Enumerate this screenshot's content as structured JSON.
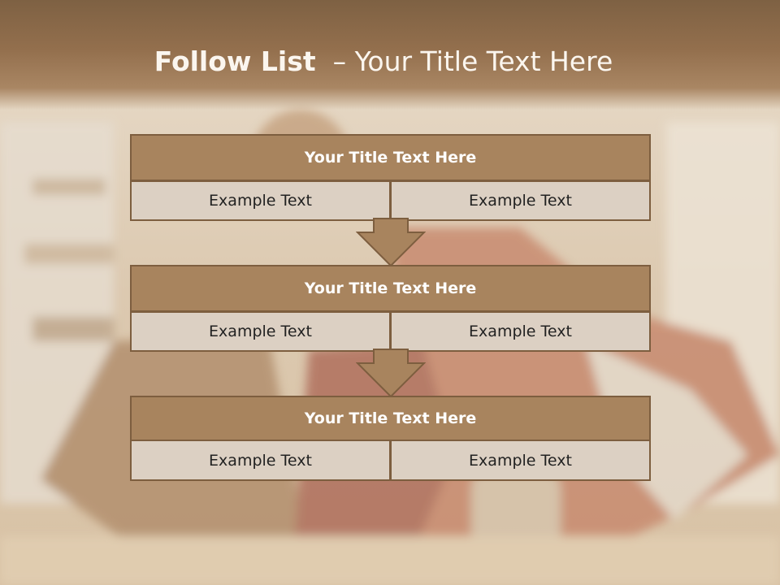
{
  "slide": {
    "title_bold": "Follow List",
    "title_rest": "– Your Title Text Here",
    "cards": [
      {
        "title": "Your Title Text Here",
        "left_text": "Example Text",
        "right_text": "Example Text"
      },
      {
        "title": "Your Title Text Here",
        "left_text": "Example Text",
        "right_text": "Example Text"
      },
      {
        "title": "Your Title Text Here",
        "left_text": "Example Text",
        "right_text": "Example Text"
      }
    ]
  },
  "colors": {
    "header_fill": "#a8845e",
    "header_border": "#7d5e3f",
    "cell_fill": "#dcd0c3",
    "arrow_fill": "#a8845e",
    "title_band": "#8a6a4a"
  },
  "icons": {
    "arrow": "down-arrow-icon",
    "background": "shopping-bags-photo"
  }
}
